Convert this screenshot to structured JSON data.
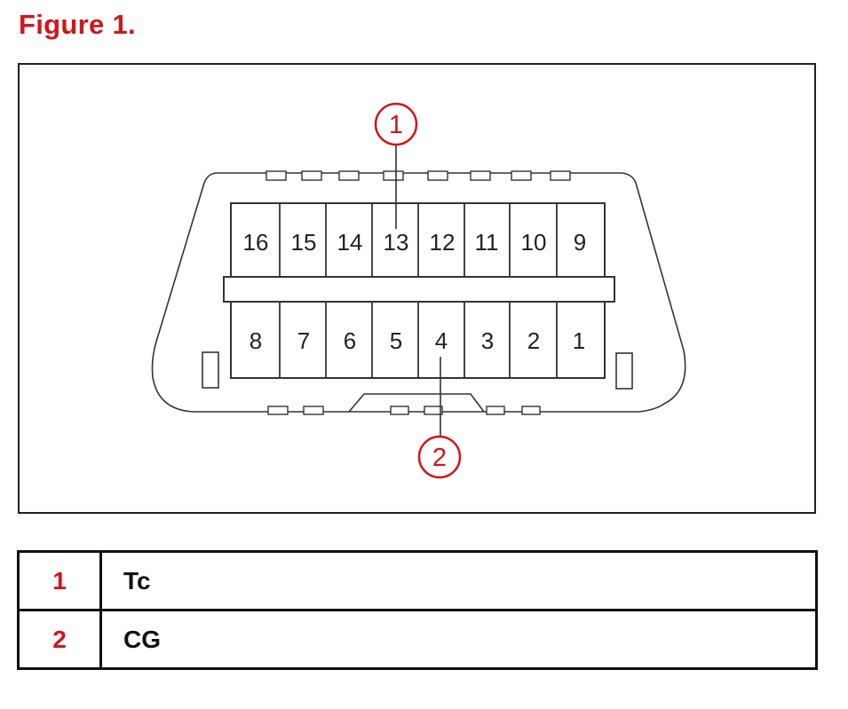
{
  "figure": {
    "title": "Figure 1."
  },
  "connector": {
    "top_pins": [
      "16",
      "15",
      "14",
      "13",
      "12",
      "11",
      "10",
      "9"
    ],
    "bottom_pins": [
      "8",
      "7",
      "6",
      "5",
      "4",
      "3",
      "2",
      "1"
    ]
  },
  "callouts": [
    {
      "label": "1",
      "pin": "13"
    },
    {
      "label": "2",
      "pin": "4"
    }
  ],
  "legend": {
    "rows": [
      {
        "num": "1",
        "desc": "Tc"
      },
      {
        "num": "2",
        "desc": "CG"
      }
    ]
  },
  "colors": {
    "accent": "#d0161d",
    "line": "#222222"
  }
}
